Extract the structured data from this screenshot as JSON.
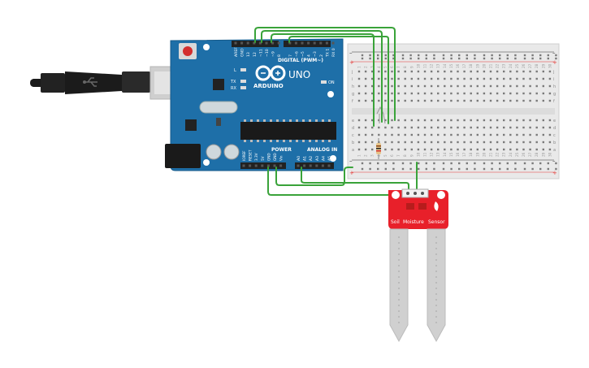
{
  "arduino": {
    "brand": "ARDUINO",
    "model": "UNO",
    "digital_header": "DIGITAL (PWM~)",
    "power_header": "POWER",
    "analog_header": "ANALOG IN",
    "led_l": "L",
    "led_tx": "TX",
    "led_rx": "RX",
    "led_on": "ON",
    "top_pins": [
      "AREF",
      "GND",
      "13",
      "12",
      "~11",
      "~10",
      "~9",
      "8",
      "7",
      "~6",
      "~5",
      "4",
      "~3",
      "2",
      "TX 1",
      "RX 0"
    ],
    "power_pins": [
      "IOREF",
      "RESET",
      "3.3V",
      "5V",
      "GND",
      "GND",
      "Vin"
    ],
    "analog_pins": [
      "A0",
      "A1",
      "A2",
      "A3",
      "A4",
      "A5"
    ]
  },
  "breadboard": {
    "rows_top": [
      "j",
      "i",
      "h",
      "g",
      "f"
    ],
    "rows_bottom": [
      "e",
      "d",
      "c",
      "b",
      "a"
    ],
    "columns": 30,
    "rail_color_positive": "#e53935",
    "rail_color_negative": "#333333"
  },
  "sensor": {
    "label_left": "Soil",
    "label_mid": "Moisture",
    "label_right": "Sensor",
    "board_color": "#e8202a"
  },
  "colors": {
    "wire": "#3aa33a",
    "arduino_blue": "#1e6fa8",
    "arduino_dark": "#155a8a"
  },
  "icons": {
    "usb": "usb-icon",
    "arduino_logo": "infinity-logo-icon"
  }
}
